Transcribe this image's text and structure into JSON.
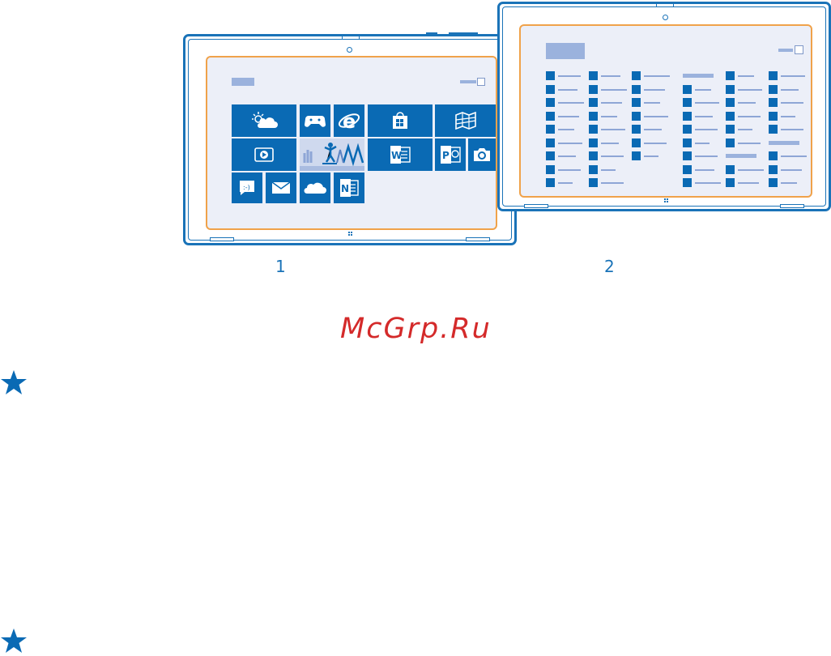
{
  "figure": {
    "label_1": "1",
    "label_2": "2"
  },
  "watermark": "McGrp.Ru",
  "colors": {
    "tablet_border": "#1a73b8",
    "screen_border": "#f0a24a",
    "screen_bg": "#eceff8",
    "tile": "#0a6ab4",
    "watermark": "#d42a2a"
  },
  "start_screen_tiles": [
    {
      "icon": "weather-icon"
    },
    {
      "icon": "xbox-games-icon"
    },
    {
      "icon": "internet-explorer-icon"
    },
    {
      "icon": "store-icon"
    },
    {
      "icon": "maps-icon"
    },
    {
      "icon": "video-icon"
    },
    {
      "icon": "photo-tile-icon"
    },
    {
      "icon": "word-icon"
    },
    {
      "icon": "powerpoint-icon"
    },
    {
      "icon": "camera-icon"
    },
    {
      "icon": "messaging-icon"
    },
    {
      "icon": "mail-icon"
    },
    {
      "icon": "onedrive-icon"
    },
    {
      "icon": "onenote-icon"
    }
  ],
  "notes": [
    {
      "icon": "star-icon"
    },
    {
      "icon": "star-icon"
    }
  ]
}
